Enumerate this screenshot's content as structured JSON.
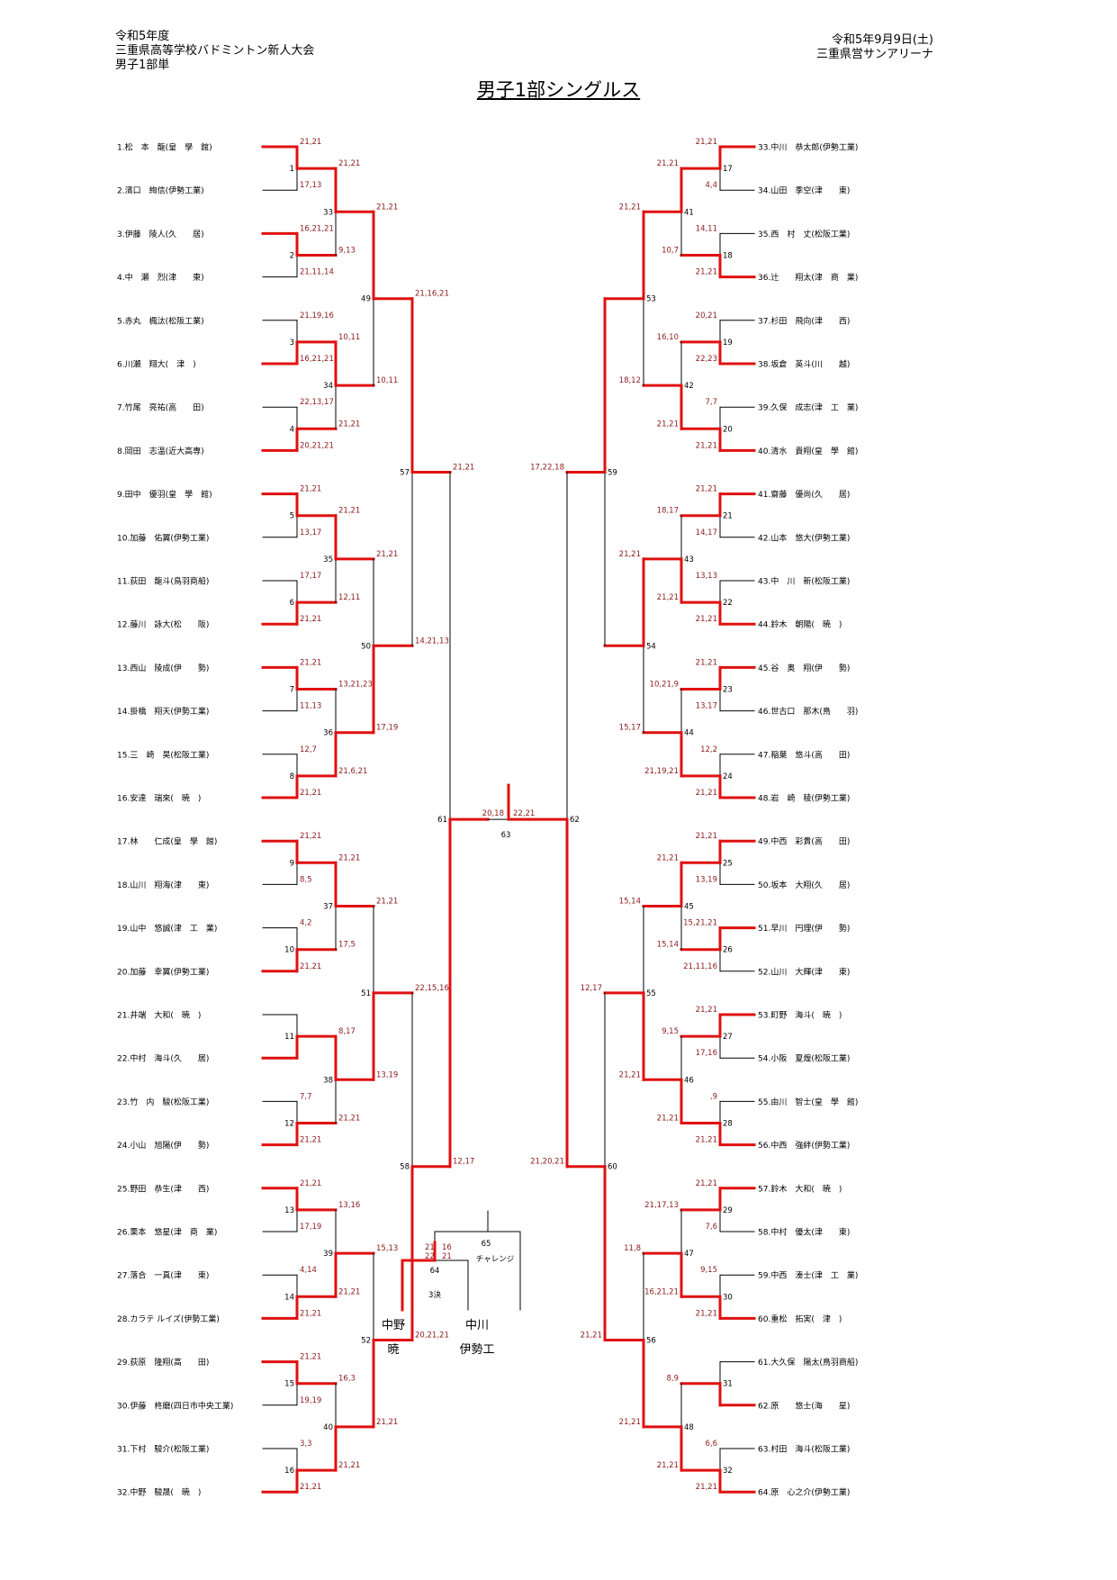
{
  "header": {
    "left": [
      "令和5年度",
      "三重県高等学校バドミントン新人大会",
      "男子1部単"
    ],
    "right": [
      "令和5年9月9日(土)",
      "三重県営サンアリーナ"
    ],
    "title": "男子1部シングルス"
  },
  "players_left": [
    "1.松　本　龍(皇　學　館)",
    "2.濱口　絢信(伊勢工業)",
    "3.伊藤　陵人(久　　居)",
    "4.中　瀬　烈(津　　東)",
    "5.赤丸　楓汰(松阪工業)",
    "6.川瀬　翔大(　津　)",
    "7.竹尾　亮祐(高　　田)",
    "8.岡田　志温(近大高専)",
    "9.田中　優羽(皇　學　館)",
    "10.加藤　佑翼(伊勢工業)",
    "11.荻田　龍斗(鳥羽商船)",
    "12.藤川　詠大(松　　阪)",
    "13.西山　陵成(伊　　勢)",
    "14.掛橋　翔天(伊勢工業)",
    "15.三　崎　昊(松阪工業)",
    "16.安達　瑞來(　暁　)",
    "17.林　　仁成(皇　學　館)",
    "18.山川　翔海(津　　東)",
    "19.山中　悠誠(津　工　業)",
    "20.加藤　幸翼(伊勢工業)",
    "21.井端　大和(　暁　)",
    "22.中村　海斗(久　　居)",
    "23.竹　内　駿(松阪工業)",
    "24.小山　旭陽(伊　　勢)",
    "25.野田　恭生(津　　西)",
    "26.栗本　悠星(津　商　業)",
    "27.落合　一真(津　　東)",
    "28.カラテ ルイズ(伊勢工業)",
    "29.荻原　隆翔(高　　田)",
    "30.伊藤　柊磨(四日市中央工業)",
    "31.下村　駿介(松阪工業)",
    "32.中野　駿晟(　暁　)"
  ],
  "players_right": [
    "33.中川　恭太郎(伊勢工業)",
    "34.山田　季空(津　　東)",
    "35.西　村　丈(松阪工業)",
    "36.辻　　翔太(津　商　業)",
    "37.杉田　飛向(津　　西)",
    "38.坂倉　英斗(川　　越)",
    "39.久保　成志(津　工　業)",
    "40.清水　貴翔(皇　學　館)",
    "41.齋藤　優尚(久　　居)",
    "42.山本　悠大(伊勢工業)",
    "43.中　川　新(松阪工業)",
    "44.鈴木　朝陽(　暁　)",
    "45.谷　奥　翔(伊　　勢)",
    "46.世古口　那木(鳥　　羽)",
    "47.稲葉　悠斗(高　　田)",
    "48.岩　崎　稜(伊勢工業)",
    "49.中西　彩貴(高　　田)",
    "50.坂本　大翔(久　　居)",
    "51.早川　円理(伊　　勢)",
    "52.山川　大輝(津　　東)",
    "53.町野　海斗(　暁　)",
    "54.小阪　夏煌(松阪工業)",
    "55.由川　智士(皇　學　館)",
    "56.中西　強絆(伊勢工業)",
    "57.鈴木　大和(　暁　)",
    "58.中村　優太(津　　東)",
    "59.中西　湊士(津　工　業)",
    "60.重松　拓実(　津　)",
    "61.大久保　陽太(鳥羽商船)",
    "62.原　　悠士(海　　星)",
    "63.村田　海斗(松阪工業)",
    "64.原　心之介(伊勢工業)"
  ],
  "r1_left": [
    {
      "no": "1",
      "top": "21,21",
      "bot": "17,13",
      "win": "top"
    },
    {
      "no": "2",
      "top": "16,21,21",
      "bot": "21,11,14",
      "win": "top"
    },
    {
      "no": "3",
      "top": "21,19,16",
      "bot": "16,21,21",
      "win": "bot"
    },
    {
      "no": "4",
      "top": "22,13,17",
      "bot": "20,21,21",
      "win": "bot"
    },
    {
      "no": "5",
      "top": "21,21",
      "bot": "13,17",
      "win": "top"
    },
    {
      "no": "6",
      "top": "17,17",
      "bot": "21,21",
      "win": "bot"
    },
    {
      "no": "7",
      "top": "21,21",
      "bot": "11,13",
      "win": "top"
    },
    {
      "no": "8",
      "top": "12,7",
      "bot": "21,21",
      "win": "bot"
    },
    {
      "no": "9",
      "top": "21,21",
      "bot": "8,5",
      "win": "top"
    },
    {
      "no": "10",
      "top": "4,2",
      "bot": "21,21",
      "win": "bot"
    },
    {
      "no": "11",
      "top": "",
      "bot": "",
      "win": "bot"
    },
    {
      "no": "12",
      "top": "7,7",
      "bot": "21,21",
      "win": "bot"
    },
    {
      "no": "13",
      "top": "21,21",
      "bot": "17,19",
      "win": "top"
    },
    {
      "no": "14",
      "top": "4,14",
      "bot": "21,21",
      "win": "bot"
    },
    {
      "no": "15",
      "top": "21,21",
      "bot": "19,19",
      "win": "top"
    },
    {
      "no": "16",
      "top": "3,3",
      "bot": "21,21",
      "win": "bot"
    }
  ],
  "r2_left": [
    {
      "no": "33",
      "top": "21,21",
      "bot": "9,13",
      "win": "top"
    },
    {
      "no": "34",
      "top": "10,11",
      "bot": "21,21",
      "win": "top"
    },
    {
      "no": "35",
      "top": "21,21",
      "bot": "12,11",
      "win": "top"
    },
    {
      "no": "36",
      "top": "13,21,23",
      "bot": "21,6,21",
      "win": "bot"
    },
    {
      "no": "37",
      "top": "21,21",
      "bot": "17,5",
      "win": "top"
    },
    {
      "no": "38",
      "top": "8,17",
      "bot": "21,21",
      "win": "top"
    },
    {
      "no": "39",
      "top": "13,16",
      "bot": "21,21",
      "win": "bot"
    },
    {
      "no": "40",
      "top": "16,3",
      "bot": "21,21",
      "win": "bot"
    }
  ],
  "r3_left": [
    {
      "no": "49",
      "top": "21,21",
      "bot": "10,11",
      "win": "top"
    },
    {
      "no": "50",
      "top": "21,21",
      "bot": "17,19",
      "win": "bot"
    },
    {
      "no": "51",
      "top": "21,21",
      "bot": "13,19",
      "win": "bot"
    },
    {
      "no": "52",
      "top": "15,13",
      "bot": "21,21",
      "win": "bot"
    }
  ],
  "r4_left": [
    {
      "no": "57",
      "top": "21,16,21",
      "bot": "14,21,13",
      "win": "top"
    },
    {
      "no": "58",
      "top": "22,15,16",
      "bot": "20,21,21",
      "win": "bot"
    }
  ],
  "r5_left": [
    {
      "no": "61",
      "top": "21,21",
      "bot": "12,17",
      "win": "bot"
    }
  ],
  "r1_right": [
    {
      "no": "17",
      "top": "21,21",
      "bot": "4,4",
      "win": "top"
    },
    {
      "no": "18",
      "top": "14,11",
      "bot": "21,21",
      "win": "bot"
    },
    {
      "no": "19",
      "top": "20,21",
      "bot": "22,23",
      "win": "bot"
    },
    {
      "no": "20",
      "top": "7,7",
      "bot": "21,21",
      "win": "bot"
    },
    {
      "no": "21",
      "top": "21,21",
      "bot": "14,17",
      "win": "top"
    },
    {
      "no": "22",
      "top": "13,13",
      "bot": "21,21",
      "win": "bot"
    },
    {
      "no": "23",
      "top": "21,21",
      "bot": "13,17",
      "win": "top"
    },
    {
      "no": "24",
      "top": "12,2",
      "bot": "21,21",
      "win": "bot"
    },
    {
      "no": "25",
      "top": "21,21",
      "bot": "13,19",
      "win": "top"
    },
    {
      "no": "26",
      "top": "15,21,21",
      "bot": "21,11,16",
      "win": "top"
    },
    {
      "no": "27",
      "top": "21,21",
      "bot": "17,16",
      "win": "top"
    },
    {
      "no": "28",
      "top": ",9",
      "bot": "21,21",
      "win": "bot"
    },
    {
      "no": "29",
      "top": "21,21",
      "bot": "7,6",
      "win": "top"
    },
    {
      "no": "30",
      "top": "9,15",
      "bot": "21,21",
      "win": "bot"
    },
    {
      "no": "31",
      "top": "",
      "bot": "",
      "win": "bot"
    },
    {
      "no": "32",
      "top": "6,6",
      "bot": "21,21",
      "win": "bot"
    }
  ],
  "r2_right": [
    {
      "no": "41",
      "top": "21,21",
      "bot": "10,7",
      "win": "top"
    },
    {
      "no": "42",
      "top": "16,10",
      "bot": "21,21",
      "win": "bot"
    },
    {
      "no": "43",
      "top": "18,17",
      "bot": "21,21",
      "win": "bot"
    },
    {
      "no": "44",
      "top": "10,21,9",
      "bot": "21,19,21",
      "win": "bot"
    },
    {
      "no": "45",
      "top": "21,21",
      "bot": "15,14",
      "win": "top"
    },
    {
      "no": "46",
      "top": "9,15",
      "bot": "21,21",
      "win": "bot"
    },
    {
      "no": "47",
      "top": "21,17,13",
      "bot": "16,21,21",
      "win": "bot"
    },
    {
      "no": "48",
      "top": "8,9",
      "bot": "21,21",
      "win": "bot"
    }
  ],
  "r3_right": [
    {
      "no": "53",
      "top": "21,21",
      "bot": "18,12",
      "win": "top"
    },
    {
      "no": "54",
      "top": "21,21",
      "bot": "15,17",
      "win": "top"
    },
    {
      "no": "55",
      "top": "15,14",
      "bot": "21,21",
      "win": "bot"
    },
    {
      "no": "56",
      "top": "11,8",
      "bot": "21,21",
      "win": "bot"
    }
  ],
  "r4_right": [
    {
      "no": "59",
      "top": "",
      "bot": "",
      "win": "top"
    },
    {
      "no": "60",
      "top": "12,17",
      "bot": "21,21",
      "win": "bot"
    }
  ],
  "r5_right": [
    {
      "no": "62",
      "top": "17,22,18",
      "bot": "21,20,21",
      "win": "bot"
    }
  ],
  "final": {
    "no": "63",
    "left_score": "20,18",
    "right_score": "22,21",
    "winner": "right"
  },
  "third_place": {
    "no": "64",
    "label": "3決",
    "score_a": "21\n22",
    "score_b": "16\n21",
    "left_name": "中野",
    "left_school": "暁",
    "right_name": "中川",
    "right_school": "伊勢工",
    "challenge_no": "65",
    "challenge_label": "チャレンジ"
  },
  "colors": {
    "winner_line": "#e01010",
    "score_text": "#8b1a1a",
    "line": "#000000"
  }
}
